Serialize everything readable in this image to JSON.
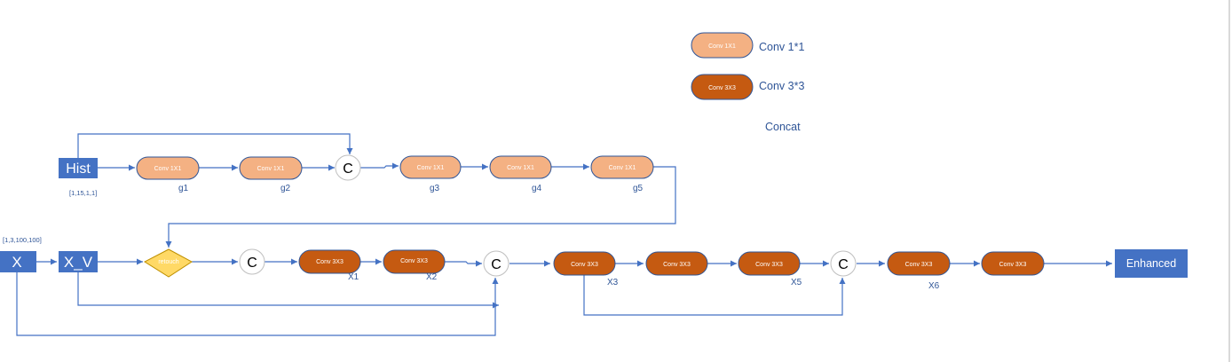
{
  "colors": {
    "line": "#4472c4",
    "blue_box": "#4472c4",
    "conv1_fill": "#f4b183",
    "conv3_fill": "#c55a11",
    "pill_stroke": "#2f5597",
    "retouch_fill": "#ffd966",
    "label_text": "#2f5597"
  },
  "legend": {
    "conv1_pill": "Conv 1X1",
    "conv1_label": "Conv 1*1",
    "conv3_pill": "Conv 3X3",
    "conv3_label": "Conv 3*3",
    "concat_label": "Concat"
  },
  "inputs": {
    "hist": "Hist",
    "hist_shape": "[1,15,1,1]",
    "x": "X",
    "x_shape": "[1,3,100,100]",
    "x_v": "X_V"
  },
  "retouch": "retouch",
  "concat_symbol": "C",
  "hist_branch": {
    "pill_text": "Conv 1X1",
    "labels": [
      "g1",
      "g2",
      "g3",
      "g4",
      "g5"
    ]
  },
  "main_branch": {
    "pill_text": "Conv 3X3",
    "labels": [
      "X1",
      "X2",
      "X3",
      "X5",
      "X6"
    ]
  },
  "output": "Enhanced"
}
